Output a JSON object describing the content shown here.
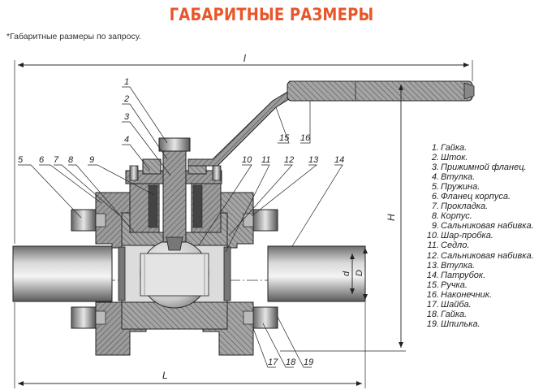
{
  "title": "ГАБАРИТНЫЕ РАЗМЕРЫ",
  "note": "*Габаритные размеры по запросу.",
  "dimensions": {
    "top_length": "l",
    "bottom_length": "L",
    "height": "H",
    "inner_d": "d",
    "outer_d": "D"
  },
  "callouts": [
    "1",
    "2",
    "3",
    "4",
    "5",
    "6",
    "7",
    "8",
    "9",
    "10",
    "11",
    "12",
    "13",
    "14",
    "15",
    "16",
    "17",
    "18",
    "19"
  ],
  "legend": [
    {
      "num": "1.",
      "text": "Гайка."
    },
    {
      "num": "2.",
      "text": "Шток."
    },
    {
      "num": "3.",
      "text": "Прижимной фланец."
    },
    {
      "num": "4.",
      "text": "Втулка."
    },
    {
      "num": "5.",
      "text": "Пружина."
    },
    {
      "num": "6.",
      "text": "Фланец корпуса."
    },
    {
      "num": "7.",
      "text": "Прокладка."
    },
    {
      "num": "8.",
      "text": "Корпус."
    },
    {
      "num": "9.",
      "text": "Сальниковая набивка."
    },
    {
      "num": "10.",
      "text": "Шар-пробка."
    },
    {
      "num": "11.",
      "text": "Седло."
    },
    {
      "num": "12.",
      "text": "Сальниковая набивка."
    },
    {
      "num": "13.",
      "text": "Втулка."
    },
    {
      "num": "14.",
      "text": "Патрубок."
    },
    {
      "num": "15.",
      "text": "Ручка."
    },
    {
      "num": "16.",
      "text": "Наконечник."
    },
    {
      "num": "17.",
      "text": "Шайба."
    },
    {
      "num": "18.",
      "text": "Гайка."
    },
    {
      "num": "19.",
      "text": "Шпилька."
    }
  ],
  "colors": {
    "title": "#e8562a",
    "line": "#2a2a2a",
    "body_fill": "#8c8c8c",
    "hatch": "#5a5a5a",
    "pipe": "#9a9a9a"
  }
}
